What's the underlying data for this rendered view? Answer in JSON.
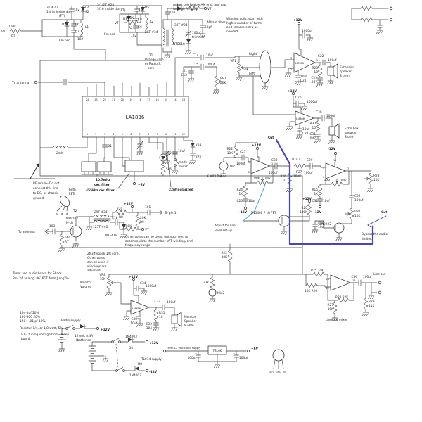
{
  "ic": {
    "name": "LA1836",
    "top_pins": [
      "24",
      "23",
      "22",
      "21",
      "20",
      "19",
      "18",
      "17",
      "16",
      "15",
      "14",
      "13"
    ],
    "bottom_pins": [
      "1",
      "2",
      "3",
      "4",
      "5",
      "6",
      "7",
      "8",
      "9",
      "10",
      "11",
      "12"
    ]
  },
  "colors": {
    "wire": "#3a3a3a",
    "mod_wire": "#4444c4",
    "cyan": "#3fb1de",
    "red": "#cc2222",
    "blue_note": "#2b35c4",
    "background": "#ffffff"
  },
  "labels": [
    [
      "3T #20",
      66,
      12
    ],
    [
      "1/4 in inside dia.",
      66,
      18
    ],
    [
      "3-1/2T #20",
      138,
      8
    ],
    [
      "5/16 inside dia.",
      138,
      14
    ],
    [
      "VT",
      2,
      46
    ],
    [
      "100K",
      12,
      39
    ],
    [
      "R1",
      16,
      53
    ],
    [
      "VT",
      163,
      34
    ],
    [
      "100K",
      179,
      27
    ],
    [
      "R2",
      183,
      41
    ],
    [
      "(FT)",
      84,
      24
    ],
    [
      "(FT)",
      170,
      16
    ],
    [
      "D2",
      88,
      36
    ],
    [
      "C6",
      107,
      36
    ],
    [
      "C7",
      107,
      46
    ],
    [
      "L1",
      121,
      40
    ],
    [
      "D3",
      175,
      28
    ],
    [
      "C8",
      196,
      29
    ],
    [
      "C9",
      196,
      40
    ],
    [
      "L2",
      213,
      32
    ],
    [
      "102",
      105,
      15
    ],
    [
      "102",
      110,
      57
    ],
    [
      "102",
      197,
      15
    ],
    [
      "102",
      186,
      52
    ],
    [
      "Fm osc",
      84,
      59
    ],
    [
      "Fm osc",
      148,
      50
    ],
    [
      "D4",
      121,
      12
    ],
    [
      "S2",
      121,
      18
    ],
    [
      "D5",
      206,
      12
    ],
    [
      "Adjust coil for low AM end, and cap",
      246,
      8
    ],
    [
      "for high AM end.",
      246,
      14
    ],
    [
      "Winding coils, start with",
      322,
      28
    ],
    [
      "higher number of turns,",
      322,
      34
    ],
    [
      "and remove extra as",
      322,
      40
    ],
    [
      "needed.",
      322,
      46
    ],
    [
      "104",
      241,
      19
    ],
    [
      "D6",
      252,
      9
    ],
    [
      "100K",
      267,
      9
    ],
    [
      "VT",
      295,
      14
    ],
    [
      "20T #34",
      206,
      47
    ],
    [
      "30T #34",
      248,
      37
    ],
    [
      "T1",
      212,
      80
    ],
    [
      "Orange core,",
      206,
      86
    ],
    [
      "or Radio S.",
      206,
      92
    ],
    [
      "core",
      210,
      98
    ],
    [
      "NTE618",
      246,
      64
    ],
    [
      "100pf",
      273,
      48
    ],
    [
      "trimmer",
      273,
      54
    ],
    [
      "50pf",
      291,
      40
    ],
    [
      "AM ant filter",
      294,
      33
    ],
    [
      "Tx antenna",
      17,
      119
    ],
    [
      ".01",
      266,
      102,
      "e"
    ],
    [
      "C12",
      266,
      108,
      "e"
    ],
    [
      "C14",
      274,
      80
    ],
    [
      "10uf",
      293,
      80
    ],
    [
      "C25",
      274,
      93
    ],
    [
      "100uf",
      293,
      93
    ],
    [
      "VR2",
      313,
      113
    ],
    [
      "50K",
      313,
      119
    ],
    [
      "VR1",
      336,
      88,
      "e"
    ],
    [
      "50K",
      345,
      100
    ],
    [
      "Right",
      354,
      78
    ],
    [
      "Left",
      354,
      106
    ],
    [
      "+12V",
      417,
      30,
      "w"
    ],
    [
      "1000uf",
      429,
      45
    ],
    [
      "LM386",
      420,
      91,
      "",
      3.6
    ],
    [
      "3",
      415,
      84,
      "e",
      3.4
    ],
    [
      "2",
      415,
      100,
      "e",
      3.4
    ],
    [
      "5",
      450,
      87,
      "",
      3.4
    ],
    [
      "C22",
      452,
      81
    ],
    [
      "100uf",
      466,
      87
    ],
    [
      "R20",
      452,
      98,
      "e"
    ],
    [
      "10",
      452,
      104,
      "e"
    ],
    [
      "C23",
      451,
      112,
      "e"
    ],
    [
      ".047",
      451,
      118,
      "e"
    ],
    [
      "10uf",
      427,
      110
    ],
    [
      "C21",
      427,
      116
    ],
    [
      "Extension",
      483,
      97
    ],
    [
      "speaker",
      483,
      103
    ],
    [
      "8 ohm",
      483,
      109
    ],
    [
      "+12V",
      409,
      131,
      "w"
    ],
    [
      "C20",
      420,
      140
    ],
    [
      "1000uf",
      436,
      146
    ],
    [
      "LM386",
      421,
      170,
      "",
      3.6
    ],
    [
      "C30",
      449,
      161
    ],
    [
      "100uf",
      464,
      166
    ],
    [
      "R30",
      449,
      177,
      "e"
    ],
    [
      "10",
      449,
      183,
      "e"
    ],
    [
      "C31",
      449,
      192,
      "e"
    ],
    [
      ".047",
      449,
      198,
      "e"
    ],
    [
      "10uf",
      430,
      185
    ],
    [
      "C24",
      430,
      191
    ],
    [
      "Echo box",
      490,
      184
    ],
    [
      "speaker",
      490,
      190
    ],
    [
      "8 ohm",
      490,
      196
    ],
    [
      "Cut",
      381,
      197,
      "rw"
    ],
    [
      "Mic1",
      327,
      238
    ],
    [
      "2 wire mic",
      294,
      251
    ],
    [
      "R22",
      331,
      213,
      "e"
    ],
    [
      "10K",
      331,
      219,
      "e"
    ],
    [
      "C27",
      341,
      217
    ],
    [
      "100uf",
      336,
      234
    ],
    [
      "+12V",
      358,
      208,
      "w"
    ],
    [
      "TL074",
      414,
      228
    ],
    [
      "C28",
      386,
      229
    ],
    [
      "100uf",
      382,
      247
    ],
    [
      "R27",
      421,
      246
    ],
    [
      "100K",
      417,
      252
    ],
    [
      "C29",
      436,
      229
    ],
    [
      "100uf",
      432,
      247
    ],
    [
      "R26",
      407,
      252,
      "e"
    ],
    [
      "10",
      407,
      258,
      "e"
    ],
    [
      "VR6",
      361,
      255
    ],
    [
      "100k",
      374,
      255
    ],
    [
      "R24",
      345,
      271,
      "e"
    ],
    [
      "1K",
      345,
      277,
      "e"
    ],
    [
      "C26",
      345,
      287,
      "e"
    ],
    [
      "10uf",
      353,
      287
    ],
    [
      "-12V",
      340,
      303,
      "w"
    ],
    [
      "3",
      355,
      232,
      "e",
      3.4
    ],
    [
      "2",
      355,
      246,
      "e",
      3.4
    ],
    [
      "1",
      386,
      234,
      "",
      3.4
    ],
    [
      "-12V",
      466,
      213,
      "w"
    ],
    [
      "11",
      474,
      229,
      "",
      3.4
    ],
    [
      "5",
      461,
      240,
      "e",
      3.4
    ],
    [
      "6",
      461,
      253,
      "e",
      3.4
    ],
    [
      "7",
      494,
      241,
      "",
      3.4
    ],
    [
      "VR8",
      469,
      258,
      "e"
    ],
    [
      "100k",
      482,
      258
    ],
    [
      "R15",
      452,
      271,
      "e"
    ],
    [
      "1K",
      452,
      277,
      "e"
    ],
    [
      "C31",
      452,
      287,
      "e"
    ],
    [
      "10uf",
      459,
      287
    ],
    [
      "-12V",
      446,
      303,
      "w"
    ],
    [
      "R28",
      531,
      251
    ],
    [
      "10K",
      531,
      257
    ],
    [
      "C32",
      504,
      280
    ],
    [
      "100uf",
      504,
      286
    ],
    [
      "VR7",
      504,
      302
    ],
    [
      "10K",
      504,
      308
    ],
    [
      "2N2222",
      471,
      320,
      "e"
    ],
    [
      "+12V",
      430,
      284,
      "w"
    ],
    [
      "R20",
      437,
      297,
      "e"
    ],
    [
      "100K",
      437,
      303,
      "e"
    ],
    [
      "C20",
      452,
      318
    ],
    [
      "10uf",
      452,
      324
    ],
    [
      "2N5460 P ch FET",
      393,
      304,
      "e"
    ],
    [
      "Adjust for line",
      305,
      322,
      "c"
    ],
    [
      "level set-up",
      305,
      329,
      "c"
    ],
    [
      "Cut",
      542,
      303,
      "rw"
    ],
    [
      "Bypass the audio",
      514,
      334,
      "b"
    ],
    [
      "limiter.",
      514,
      341,
      "b"
    ],
    [
      "R22",
      323,
      361,
      "e"
    ],
    [
      "10K",
      323,
      367,
      "e"
    ],
    [
      "VR8",
      150,
      392,
      "e"
    ],
    [
      "10K",
      150,
      398,
      "e"
    ],
    [
      "Monitor",
      114,
      403
    ],
    [
      "Volume",
      114,
      409
    ],
    [
      "+12V",
      183,
      395,
      "w"
    ],
    [
      "C34",
      199,
      404
    ],
    [
      "1000uf",
      207,
      408
    ],
    [
      "LM386",
      188,
      440,
      "",
      3.6
    ],
    [
      "C35",
      195,
      455,
      "e"
    ],
    [
      "10uf",
      195,
      461,
      "e"
    ],
    [
      "C37",
      228,
      430,
      "e"
    ],
    [
      "100uf",
      237,
      431
    ],
    [
      "R31",
      226,
      446
    ],
    [
      "10",
      226,
      452
    ],
    [
      "C33",
      216,
      462,
      "e"
    ],
    [
      "104",
      216,
      468,
      "e"
    ],
    [
      "Monitor",
      262,
      452
    ],
    [
      "Speaker",
      262,
      458
    ],
    [
      "8 ohm",
      262,
      464
    ],
    [
      "22k",
      297,
      403,
      "e"
    ],
    [
      "Mic2",
      309,
      418
    ],
    [
      "R25 10K",
      442,
      386
    ],
    [
      "10K R26",
      433,
      415
    ],
    [
      "13",
      468,
      398,
      "e",
      3.4
    ],
    [
      "12",
      468,
      411,
      "e",
      3.4
    ],
    [
      "14",
      501,
      400,
      "",
      3.4
    ],
    [
      "R28 22K",
      477,
      424
    ],
    [
      "R27",
      474,
      435,
      "e"
    ],
    [
      "10K",
      474,
      441,
      "e"
    ],
    [
      "R29",
      524,
      430
    ],
    [
      "11K",
      524,
      436
    ],
    [
      "C36",
      508,
      395,
      "e"
    ],
    [
      "100uf",
      516,
      395
    ],
    [
      "Line out",
      531,
      391
    ],
    [
      "Line out mixer",
      463,
      456
    ],
    [
      "Radio supply",
      87,
      457
    ],
    [
      "+12V",
      143,
      470,
      "w"
    ],
    [
      "12 volt 8.4A",
      106,
      479
    ],
    [
      "(batteries)",
      108,
      485
    ],
    [
      "1N4003",
      178,
      480
    ],
    [
      "D4",
      183,
      496
    ],
    [
      "+12V",
      212,
      489,
      "w"
    ],
    [
      "TL074 supply",
      201,
      512
    ],
    [
      "D8",
      196,
      519
    ],
    [
      "1N4003",
      184,
      535
    ],
    [
      "-12V",
      212,
      530,
      "w"
    ],
    [
      "From 12 volt radio supply",
      237,
      496,
      "",
      3.8
    ],
    [
      "78L06",
      309,
      500,
      "m"
    ],
    [
      "+",
      277,
      504,
      "",
      3.6
    ],
    [
      "+",
      331,
      504,
      "",
      3.6
    ],
    [
      "100uf",
      279,
      510,
      "e"
    ],
    [
      "100uf",
      340,
      510
    ],
    [
      "+6V",
      357,
      497,
      "w"
    ],
    [
      "OUT",
      386,
      530,
      "m",
      3.2
    ],
    [
      "GND",
      396,
      530,
      "m",
      3.2
    ],
    [
      "IN",
      405,
      530,
      "m",
      3.2
    ],
    [
      "10n-1uf 20%",
      28,
      446
    ],
    [
      "100-300 20%",
      28,
      452
    ],
    [
      "150+ .01 pf 10%",
      28,
      458
    ],
    [
      "Resistor 1/4, or 1/8 watt, 5%",
      28,
      468
    ],
    [
      "VT= tuning voltage from sweep",
      30,
      477
    ],
    [
      "board.",
      30,
      483
    ],
    [
      "Tuner and audio board for Shack",
      18,
      390
    ],
    [
      "Rev 24 analog. 0616GT from JiangYin",
      18,
      397
    ],
    [
      "RF return--Do not",
      47,
      262
    ],
    [
      "connect this line",
      47,
      269
    ],
    [
      "to DC, or chassis",
      47,
      276
    ],
    [
      "ground.",
      47,
      283
    ],
    [
      "both",
      98,
      271
    ],
    [
      "FETs",
      98,
      277
    ],
    [
      "s",
      80,
      305,
      "",
      3.6
    ],
    [
      "g",
      87,
      305,
      "",
      3.6
    ],
    [
      "d",
      94,
      305,
      "",
      3.6
    ],
    [
      "To antenna",
      26,
      331
    ],
    [
      "103",
      70,
      323
    ],
    [
      "560",
      92,
      339
    ],
    [
      "R7",
      92,
      345
    ],
    [
      "MPF102",
      94,
      312
    ],
    [
      "N-ch",
      94,
      318
    ],
    [
      "T2",
      104,
      301
    ],
    [
      "29T #34",
      134,
      303
    ],
    [
      "125T #40",
      132,
      324
    ],
    [
      "C18",
      159,
      311
    ],
    [
      "NTE618",
      150,
      336
    ],
    [
      "220",
      166,
      298
    ],
    [
      "R8",
      169,
      310
    ],
    [
      "+12V",
      176,
      291,
      "w"
    ],
    [
      "101",
      206,
      296
    ],
    [
      "To pin 1",
      234,
      304
    ],
    [
      "100K",
      176,
      323
    ],
    [
      "20K",
      199,
      311
    ],
    [
      "R9",
      199,
      317
    ],
    [
      "VT",
      206,
      328
    ],
    [
      "2N3 flyback 1/8 core.",
      124,
      362
    ],
    [
      "Other cores",
      124,
      368
    ],
    [
      "can be used if",
      124,
      374
    ],
    [
      "windings are",
      124,
      380
    ],
    [
      "adjusted.",
      124,
      386
    ],
    [
      "Other cores can be used, but you need to",
      178,
      338
    ],
    [
      "accommodate the number of T winding, and",
      178,
      344
    ],
    [
      "frequency range.",
      178,
      350
    ],
    [
      "2mh",
      80,
      219
    ],
    [
      ".01",
      152,
      209
    ],
    [
      "10.7mhz",
      136,
      257,
      "w"
    ],
    [
      "cer. filter",
      134,
      264,
      "w"
    ],
    [
      "455khz cer. filter",
      122,
      272,
      "w"
    ],
    [
      "+6V",
      196,
      264,
      "w"
    ],
    [
      "22uf polarized",
      240,
      271,
      "w"
    ],
    [
      "5k6",
      236,
      242
    ],
    [
      "2.2uf",
      241,
      219
    ],
    [
      "10uf",
      253,
      216
    ],
    [
      "mode",
      254,
      232
    ],
    [
      "switch",
      254,
      238
    ],
    [
      "YB3",
      278,
      208
    ],
    [
      "27p",
      278,
      224
    ]
  ]
}
